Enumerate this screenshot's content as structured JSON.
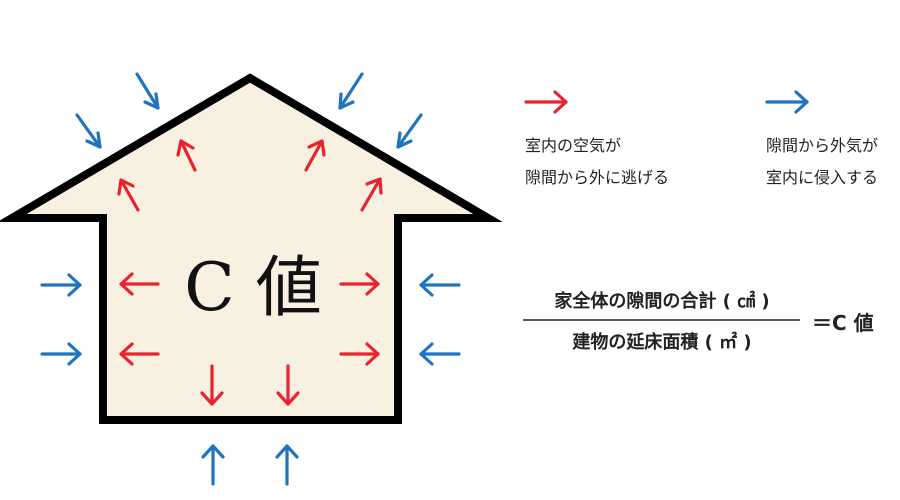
{
  "center_label": "C 値",
  "colors": {
    "house_fill": "#f8f0e0",
    "house_stroke": "#000000",
    "escape_arrow": "#e8232e",
    "enter_arrow": "#1f74c0"
  },
  "legend": {
    "escape": {
      "line1": "室内の空気が",
      "line2": "隙間から外に逃げる",
      "icon": "red-arrow-right"
    },
    "enter": {
      "line1": "隙間から外気が",
      "line2": "室内に侵入する",
      "icon": "blue-arrow-right"
    }
  },
  "formula": {
    "numerator": "家全体の隙間の合計 ( ㎠ )",
    "denominator": "建物の延床面積 ( ㎡ )",
    "result": "＝C 値"
  }
}
